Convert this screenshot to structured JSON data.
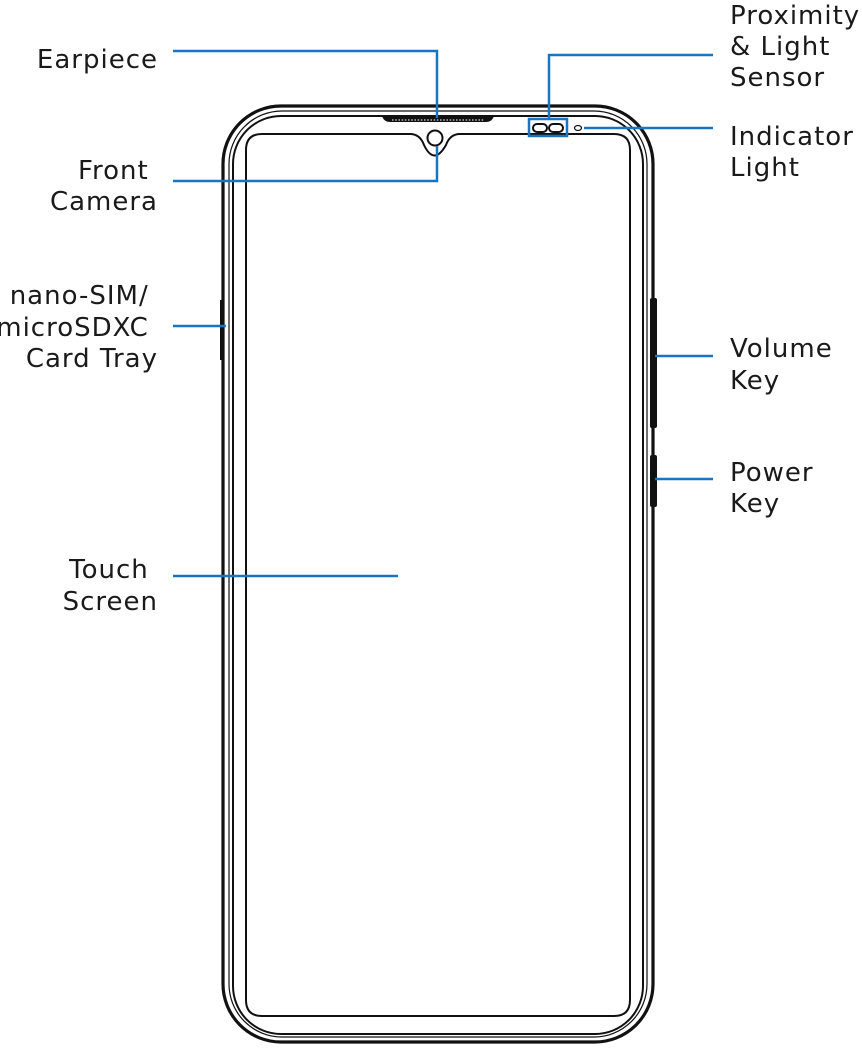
{
  "colors": {
    "leader_line": "#1a74c4",
    "outline": "#111111",
    "label_text": "#1a1a1a"
  },
  "labels": {
    "earpiece": "Earpiece",
    "front_camera": [
      "Front",
      "Camera"
    ],
    "sim_tray": [
      "nano-SIM/",
      "microSDXC",
      "Card Tray"
    ],
    "touch_screen": [
      "Touch",
      "Screen"
    ],
    "proximity_sensor": [
      "Proximity",
      "& Light",
      "Sensor"
    ],
    "indicator_light": [
      "Indicator",
      "Light"
    ],
    "volume_key": [
      "Volume",
      "Key"
    ],
    "power_key": [
      "Power",
      "Key"
    ]
  }
}
